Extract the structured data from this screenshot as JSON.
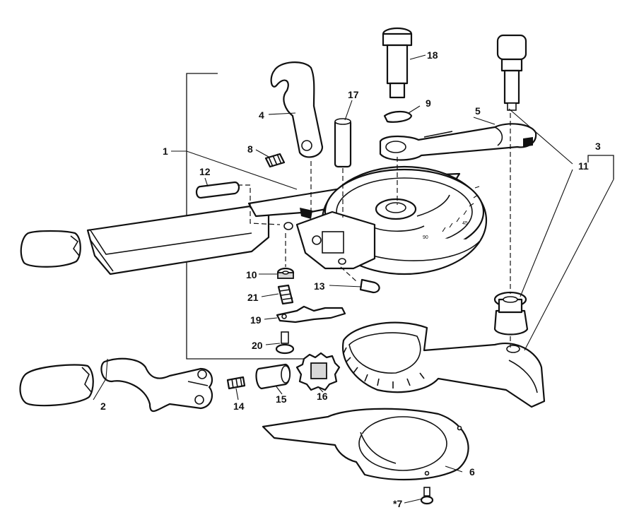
{
  "diagram": {
    "callouts": [
      {
        "id": "c1",
        "text": "1"
      },
      {
        "id": "c2",
        "text": "2"
      },
      {
        "id": "c3",
        "text": "3"
      },
      {
        "id": "c4",
        "text": "4"
      },
      {
        "id": "c5",
        "text": "5"
      },
      {
        "id": "c6",
        "text": "6"
      },
      {
        "id": "c7",
        "text": "*7"
      },
      {
        "id": "c8",
        "text": "8"
      },
      {
        "id": "c9",
        "text": "9"
      },
      {
        "id": "c10",
        "text": "10"
      },
      {
        "id": "c11",
        "text": "11"
      },
      {
        "id": "c12",
        "text": "12"
      },
      {
        "id": "c13",
        "text": "13"
      },
      {
        "id": "c14",
        "text": "14"
      },
      {
        "id": "c15",
        "text": "15"
      },
      {
        "id": "c16",
        "text": "16"
      },
      {
        "id": "c17",
        "text": "17"
      },
      {
        "id": "c18",
        "text": "18"
      },
      {
        "id": "c19",
        "text": "19"
      },
      {
        "id": "c20",
        "text": "20"
      },
      {
        "id": "c21",
        "text": "21"
      }
    ]
  },
  "colors": {
    "ink": "#111111",
    "paper": "#ffffff"
  }
}
